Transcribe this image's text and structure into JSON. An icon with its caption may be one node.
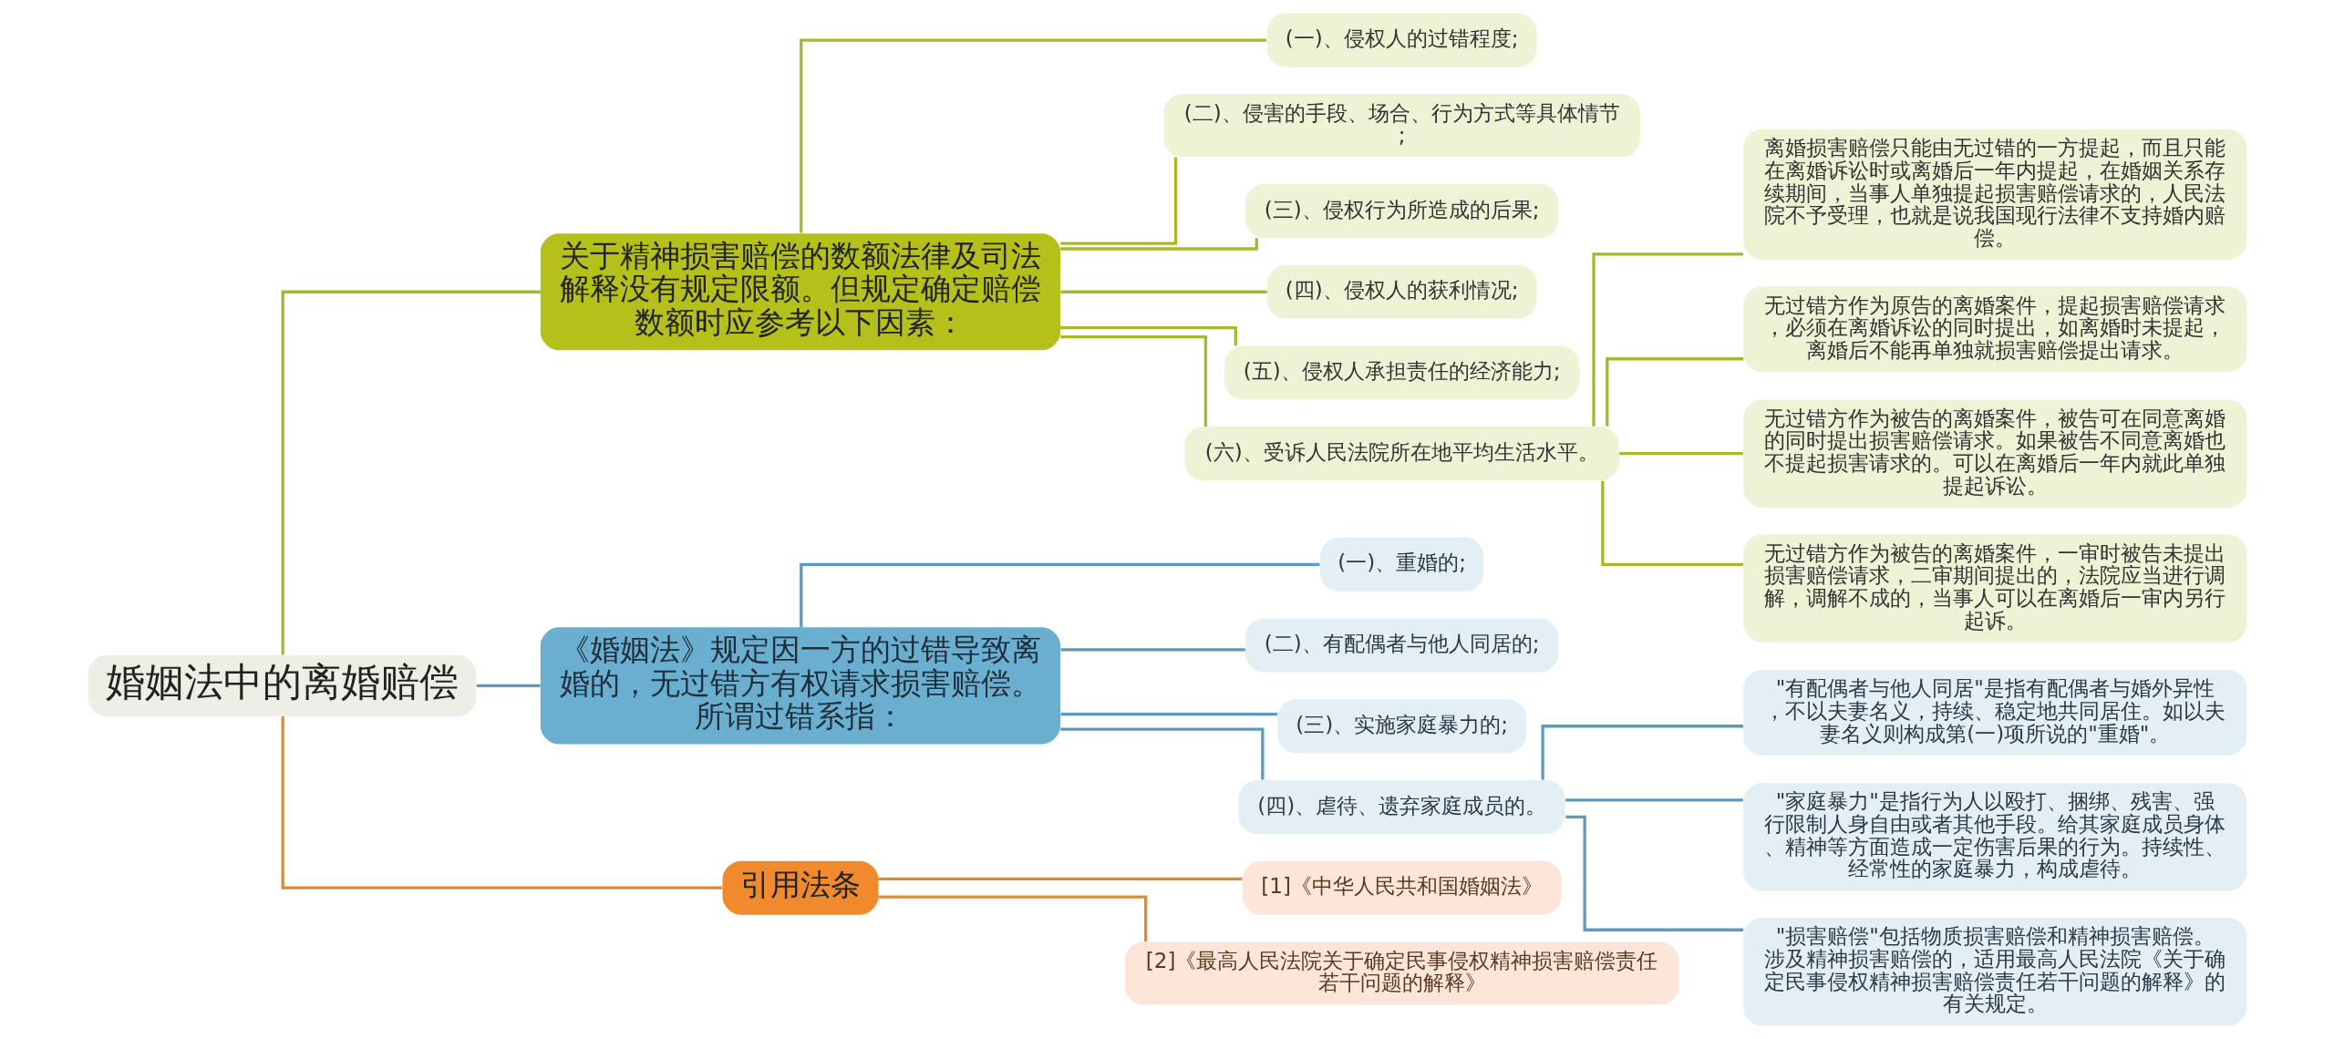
{
  "diagram": {
    "nodes": [
      {
        "text": [
          "婚姻法中的离婚赔偿"
        ]
      },
      {
        "text": [
          "关于精神损害赔偿的数额法律及司法解释没有规定限额。但规定确定赔偿数额时应参考以下因素："
        ]
      },
      {
        "text": [
          "(一)、侵权人的过错程度;"
        ]
      },
      {
        "text": [
          "(二)、侵害的手段、场合、行为方式等具体情节;"
        ]
      },
      {
        "text": [
          "(三)、侵权行为所造成的后果;"
        ]
      },
      {
        "text": [
          "(四)、侵权人的获利情况;"
        ]
      },
      {
        "text": [
          "(五)、侵权人承担责任的经济能力;"
        ]
      },
      {
        "text": [
          "(六)、受诉人民法院所在地平均生活水平。"
        ]
      },
      {
        "text": [
          "离婚损害赔偿只能由无过错的一方提起，而且只能在离婚诉讼时或离婚后一年内提起，在婚姻关系存续期间，当事人单独提起损害赔偿请求的，人民法院不予受理，也就是说我国现行法律不支持婚内赔偿。"
        ]
      },
      {
        "text": [
          "无过错方作为原告的离婚案件，提起损害赔偿请求，必须在离婚诉讼的同时提出，如离婚时未提起，离婚后不能再单独就损害赔偿提出请求。"
        ]
      },
      {
        "text": [
          "无过错方作为被告的离婚案件，被告可在同意离婚的同时提出损害赔偿请求。如果被告不同意离婚也不提起损害请求的。可以在离婚后一年内就此单独提起诉讼。"
        ]
      },
      {
        "text": [
          "无过错方作为被告的离婚案件，一审时被告未提出损害赔偿请求，二审期间提出的，法院应当进行调解，调解不成的，当事人可以在离婚后一审内另行起诉。"
        ]
      },
      {
        "text": [
          "《婚姻法》规定因一方的过错导致离婚的，无过错方有权请求损害赔偿。所谓过错系指："
        ]
      },
      {
        "text": [
          "(一)、重婚的;"
        ]
      },
      {
        "text": [
          "(二)、有配偶者与他人同居的;"
        ]
      },
      {
        "text": [
          "(三)、实施家庭暴力的;"
        ]
      },
      {
        "text": [
          "(四)、虐待、遗弃家庭成员的。"
        ]
      },
      {
        "text": [
          "\"有配偶者与他人同居\"是指有配偶者与婚外异性，不以夫妻名义，持续、稳定地共同居住。如以夫妻名义则构成第(一)项所说的\"重婚\"。"
        ]
      },
      {
        "text": [
          "\"家庭暴力\"是指行为人以殴打、捆绑、残害、强行限制人身自由或者其他手段。给其家庭成员身体、精神等方面造成一定伤害后果的行为。持续性、经常性的家庭暴力，构成虐待。"
        ]
      },
      {
        "text": [
          "\"损害赔偿\"包括物质损害赔偿和精神损害赔偿。涉及精神损害赔偿的，适用最高人民法院《关于确定民事侵权精神损害赔偿责任若干问题的解释》的有关规定。"
        ]
      },
      {
        "text": [
          "引用法条"
        ]
      },
      {
        "text": [
          "[1]《中华人民共和国婚姻法》"
        ]
      },
      {
        "text": [
          "[2]《最高人民法院关于确定民事侵权精神损害赔偿责任若干问题的解释》"
        ]
      }
    ],
    "edges": [
      {
        "from": 0,
        "to": 1,
        "arrow": "none"
      },
      {
        "from": 1,
        "to": 2,
        "arrow": "none"
      },
      {
        "from": 1,
        "to": 3,
        "arrow": "none"
      },
      {
        "from": 1,
        "to": 4,
        "arrow": "none"
      },
      {
        "from": 1,
        "to": 5,
        "arrow": "none"
      },
      {
        "from": 1,
        "to": 6,
        "arrow": "none"
      },
      {
        "from": 1,
        "to": 7,
        "arrow": "none"
      },
      {
        "from": 7,
        "to": 8,
        "arrow": "none"
      },
      {
        "from": 7,
        "to": 9,
        "arrow": "none"
      },
      {
        "from": 7,
        "to": 10,
        "arrow": "none"
      },
      {
        "from": 7,
        "to": 11,
        "arrow": "none"
      },
      {
        "from": 0,
        "to": 12,
        "arrow": "none",
        "color": "#5a9cbf"
      },
      {
        "from": 12,
        "to": 13,
        "arrow": "none",
        "color": "#5a9cbf"
      },
      {
        "from": 12,
        "to": 14,
        "arrow": "none",
        "color": "#5a9cbf"
      },
      {
        "from": 12,
        "to": 15,
        "arrow": "none",
        "color": "#5a9cbf"
      },
      {
        "from": 12,
        "to": 16,
        "arrow": "none",
        "color": "#5a9cbf"
      },
      {
        "from": 16,
        "to": 17,
        "arrow": "none",
        "color": "#5a9cbf"
      },
      {
        "from": 16,
        "to": 18,
        "arrow": "none",
        "color": "#5a9cbf"
      },
      {
        "from": 16,
        "to": 19,
        "arrow": "none",
        "color": "#5a9cbf"
      },
      {
        "from": 0,
        "to": 20,
        "arrow": "none",
        "color": "#e58a2c"
      },
      {
        "from": 20,
        "to": 21,
        "arrow": "none",
        "color": "#e58a2c"
      },
      {
        "from": 20,
        "to": 22,
        "arrow": "none",
        "color": "#e58a2c"
      }
    ]
  }
}
